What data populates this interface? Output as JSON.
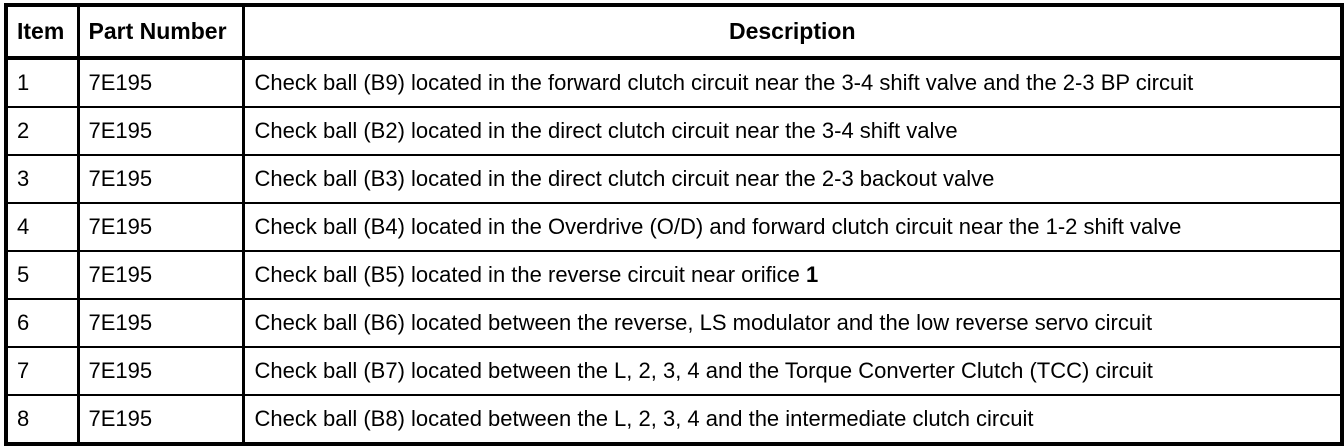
{
  "table": {
    "columns": [
      {
        "key": "item",
        "label": "Item"
      },
      {
        "key": "part_number",
        "label": "Part Number"
      },
      {
        "key": "description",
        "label": "Description"
      }
    ],
    "rows": [
      {
        "item": "1",
        "part_number": "7E195",
        "description": "Check ball (B9) located in the forward clutch circuit near the 3-4 shift valve and the 2-3 BP circuit"
      },
      {
        "item": "2",
        "part_number": "7E195",
        "description": "Check ball (B2) located in the direct clutch circuit near the 3-4 shift valve"
      },
      {
        "item": "3",
        "part_number": "7E195",
        "description": "Check ball (B3) located in the direct clutch circuit near the 2-3 backout valve"
      },
      {
        "item": "4",
        "part_number": "7E195",
        "description": "Check ball (B4) located in the Overdrive (O/D) and forward clutch circuit near the 1-2 shift valve"
      },
      {
        "item": "5",
        "part_number": "7E195",
        "description": "Check ball (B5) located in the reverse circuit near orifice 1",
        "description_prefix": "Check ball (B5) located in the reverse circuit near orifice ",
        "description_emphasis": "1"
      },
      {
        "item": "6",
        "part_number": "7E195",
        "description": "Check ball (B6) located between the reverse, LS modulator and the low reverse servo circuit"
      },
      {
        "item": "7",
        "part_number": "7E195",
        "description": "Check ball (B7) located between the L, 2, 3, 4 and the Torque Converter Clutch (TCC) circuit"
      },
      {
        "item": "8",
        "part_number": "7E195",
        "description": "Check ball (B8) located between the L, 2, 3, 4 and the intermediate clutch circuit"
      }
    ]
  },
  "colors": {
    "border": "#000000",
    "text": "#000000",
    "background": "#ffffff"
  }
}
